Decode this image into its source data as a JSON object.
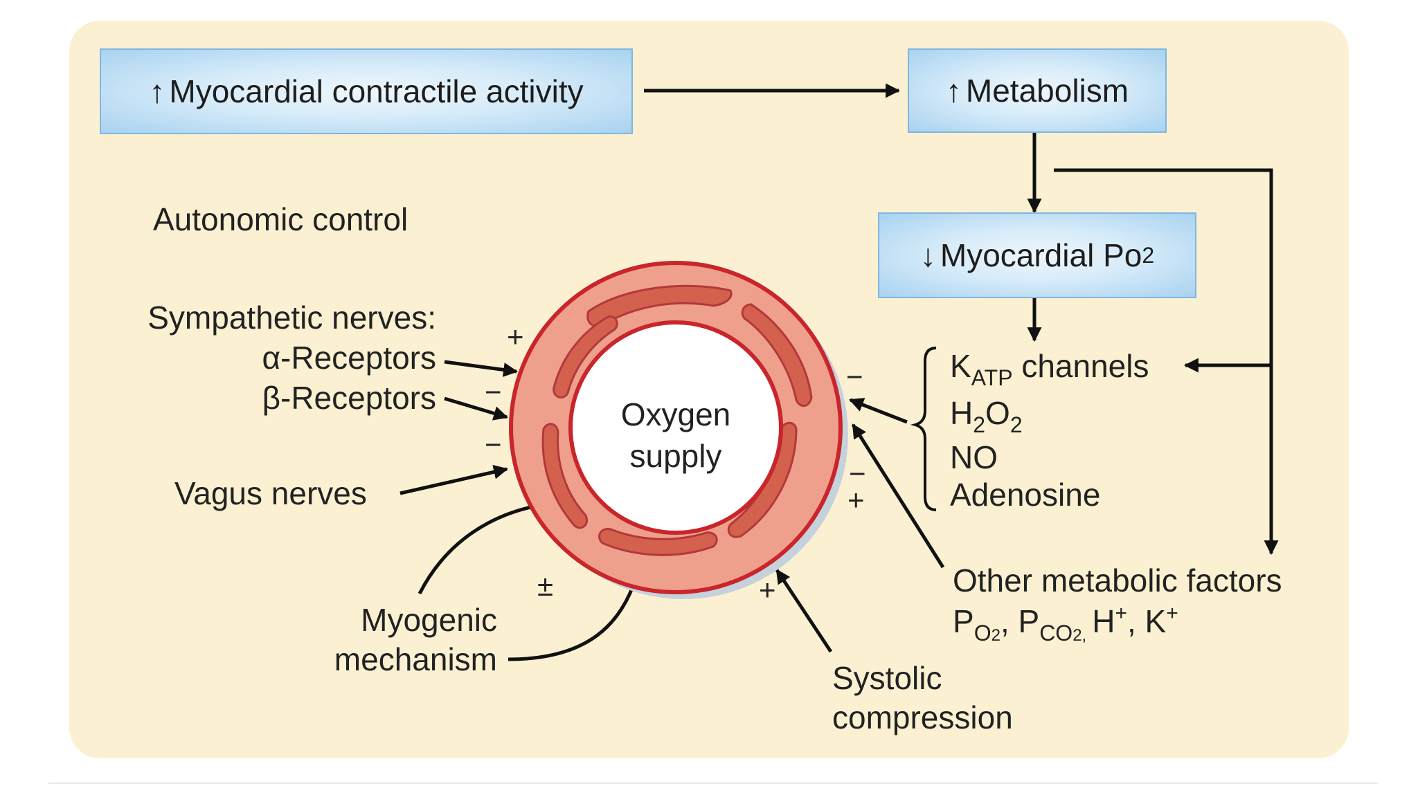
{
  "boxes": {
    "contractile": {
      "arrow": "↑",
      "text": "Myocardial contractile activity"
    },
    "metabolism": {
      "arrow": "↑",
      "text": "Metabolism"
    },
    "po2": {
      "arrow": "↓",
      "text": "Myocardial Po",
      "sub": "2"
    }
  },
  "vessel": {
    "line1": "Oxygen",
    "line2": "supply"
  },
  "autonomic": {
    "title": "Autonomic control",
    "sympathetic": "Sympathetic nerves:",
    "alpha": "α-Receptors",
    "beta": "β-Receptors",
    "vagus": "Vagus nerves"
  },
  "myogenic": {
    "line1": "Myogenic",
    "line2": "mechanism"
  },
  "systolic": {
    "line1": "Systolic",
    "line2": "compression"
  },
  "factors": {
    "katp_main": "K",
    "katp_sub": "ATP",
    "katp_rest": " channels",
    "h2o2": [
      "H",
      "2",
      "O",
      "2"
    ],
    "no": "NO",
    "adenosine": "Adenosine"
  },
  "other": {
    "title": "Other metabolic factors",
    "p": "P",
    "o2": "O",
    "o2sub": "2",
    "co2": "CO",
    "co2sub": "2,",
    "h": "H",
    "hsup": "+",
    "k": "K",
    "ksup": "+",
    "sep": ", "
  },
  "signs": {
    "alpha": "+",
    "beta": "−",
    "vagus": "−",
    "myogenic": "±",
    "systolic": "+",
    "factors": "−",
    "other_minus": "−",
    "other_plus": "+"
  }
}
